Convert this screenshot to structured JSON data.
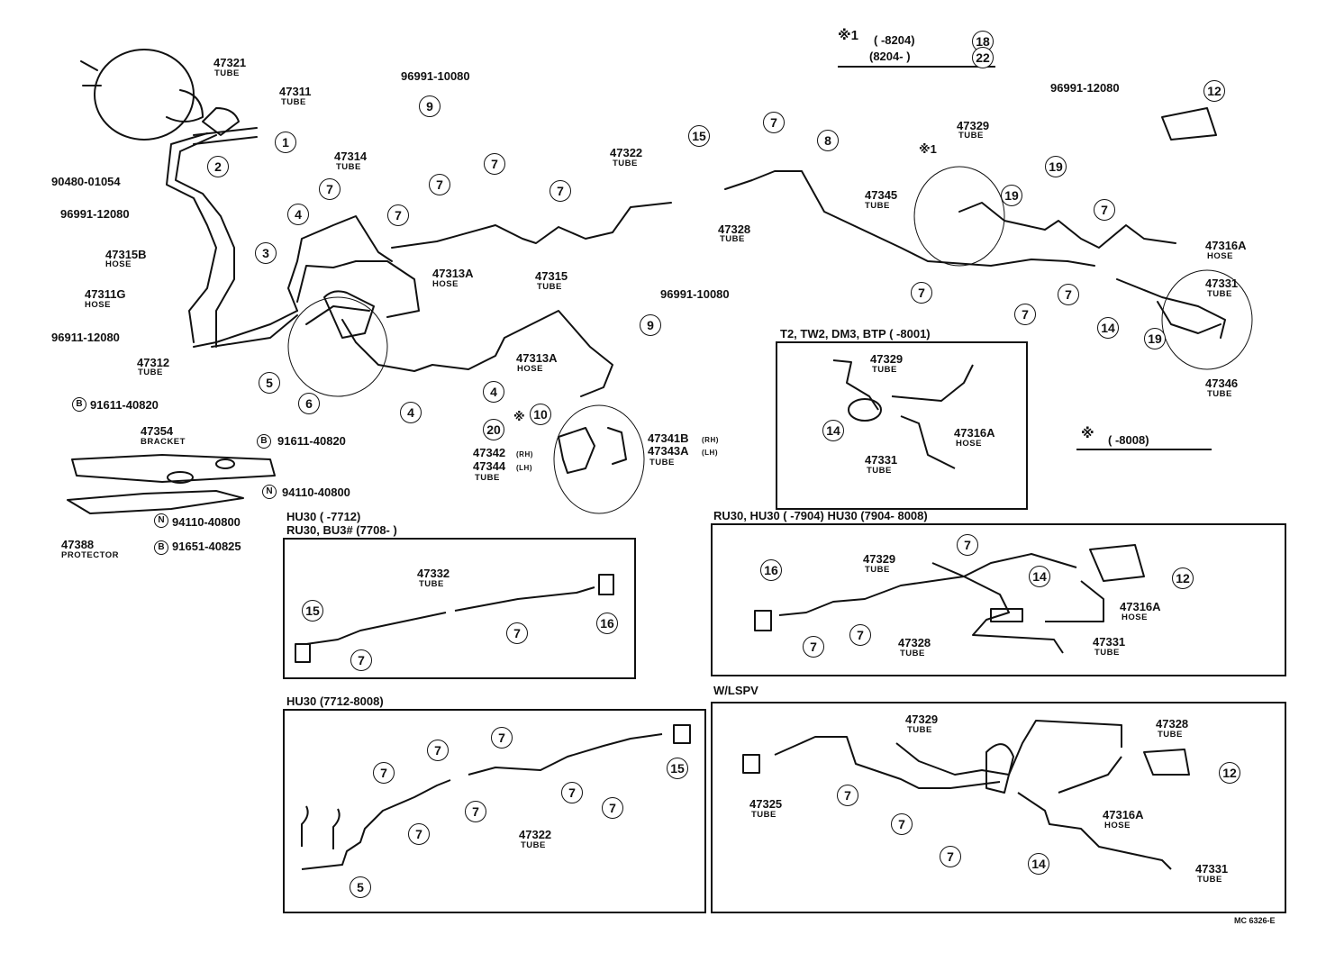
{
  "legend": {
    "star1": "※1",
    "row1_range": "(      -8204)",
    "row1_ref": "18",
    "row2_range": "(8204-        )",
    "row2_ref": "22",
    "star_note_symbol": "※",
    "star_note_range": "(      -8008)"
  },
  "main_labels": [
    {
      "part": "47321",
      "sub": "TUBE"
    },
    {
      "part": "47311",
      "sub": "TUBE"
    },
    {
      "part": "90480-01054"
    },
    {
      "part": "96991-12080"
    },
    {
      "part": "47315B",
      "sub": "HOSE"
    },
    {
      "part": "47311G",
      "sub": "HOSE"
    },
    {
      "part": "96911-12080"
    },
    {
      "part": "47312",
      "sub": "TUBE"
    },
    {
      "part": "96991-10080"
    },
    {
      "part": "47314",
      "sub": "TUBE"
    },
    {
      "part": "47313A",
      "sub": "HOSE"
    },
    {
      "part": "47315",
      "sub": "TUBE"
    },
    {
      "part": "96991-10080"
    },
    {
      "part": "47313A",
      "sub": "HOSE"
    },
    {
      "part": "47322",
      "sub": "TUBE"
    },
    {
      "part": "47328",
      "sub": "TUBE"
    },
    {
      "part": "47329",
      "sub": "TUBE"
    },
    {
      "part": "47345",
      "sub": "TUBE"
    },
    {
      "part": "96991-12080"
    },
    {
      "part": "47316A",
      "sub": "HOSE"
    },
    {
      "part": "47331",
      "sub": "TUBE"
    },
    {
      "part": "47346",
      "sub": "TUBE"
    },
    {
      "part": "47341B",
      "sub": "(RH)"
    },
    {
      "part": "47343A",
      "sub": "(LH)"
    },
    {
      "part": "TUBE"
    },
    {
      "part": "47342",
      "sub": "(RH)"
    },
    {
      "part": "47344",
      "sub": "(LH)"
    },
    {
      "part": "TUBE"
    }
  ],
  "bracket_labels": {
    "b1": "91611-40820",
    "b2": "91611-40820",
    "bracket_part": "47354",
    "bracket_sub": "BRACKET",
    "n1": "94110-40800",
    "n2": "94110-40800",
    "b3": "91651-40825",
    "protector_part": "47388",
    "protector_sub": "PROTECTOR",
    "b_letter": "B",
    "n_letter": "N"
  },
  "inset_t2": {
    "caption": "T2, TW2, DM3, BTP (        -8001)",
    "p1": "47329",
    "p1_sub": "TUBE",
    "p2": "47316A",
    "p2_sub": "HOSE",
    "p3": "47331",
    "p3_sub": "TUBE",
    "ref": "14"
  },
  "inset_hu30_7712": {
    "caption1": "HU30 (        -7712)",
    "caption2": "RU30, BU3# (7708-        )",
    "p1": "47332",
    "p1_sub": "TUBE",
    "refs": [
      "15",
      "7",
      "7",
      "16"
    ]
  },
  "inset_ru30": {
    "caption": "RU30, HU30 (        -7904) HU30 (7904- 8008)",
    "p1": "47329",
    "p1_sub": "TUBE",
    "p2": "47328",
    "p2_sub": "TUBE",
    "p3": "47316A",
    "p3_sub": "HOSE",
    "p4": "47331",
    "p4_sub": "TUBE",
    "refs": [
      "16",
      "7",
      "7",
      "7",
      "14",
      "12"
    ]
  },
  "inset_hu30_8008": {
    "caption": "HU30 (7712-8008)",
    "p1": "47322",
    "p1_sub": "TUBE",
    "refs": [
      "7",
      "7",
      "7",
      "7",
      "7",
      "7",
      "7",
      "7",
      "5",
      "15"
    ]
  },
  "inset_lspv": {
    "caption": "W/LSPV",
    "p1": "47329",
    "p1_sub": "TUBE",
    "p2": "47328",
    "p2_sub": "TUBE",
    "p3": "47325",
    "p3_sub": "TUBE",
    "p4": "47316A",
    "p4_sub": "HOSE",
    "p5": "47331",
    "p5_sub": "TUBE",
    "refs": [
      "7",
      "7",
      "7",
      "14",
      "12"
    ]
  },
  "main_refs": [
    "1",
    "2",
    "3",
    "4",
    "5",
    "6",
    "4",
    "4",
    "7",
    "7",
    "7",
    "7",
    "7",
    "7",
    "7",
    "7",
    "7",
    "7",
    "8",
    "9",
    "9",
    "10",
    "12",
    "14",
    "15",
    "19",
    "19",
    "19",
    "20"
  ],
  "footer_code": "MC 6326-E"
}
